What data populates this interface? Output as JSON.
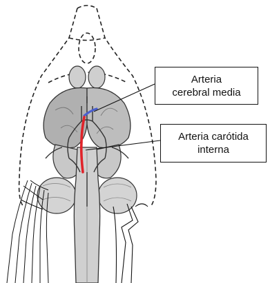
{
  "labels": {
    "middle_cerebral_artery": [
      "Arteria",
      "cerebral media"
    ],
    "internal_carotid_artery": [
      "Arteria carótida",
      "interna"
    ]
  },
  "colors": {
    "middle_cerebral_artery": "#4a5fd0",
    "internal_carotid_artery": "#e0232a",
    "outline": "#222222",
    "brain_fill": "#b8b8b8",
    "background": "#ffffff"
  }
}
